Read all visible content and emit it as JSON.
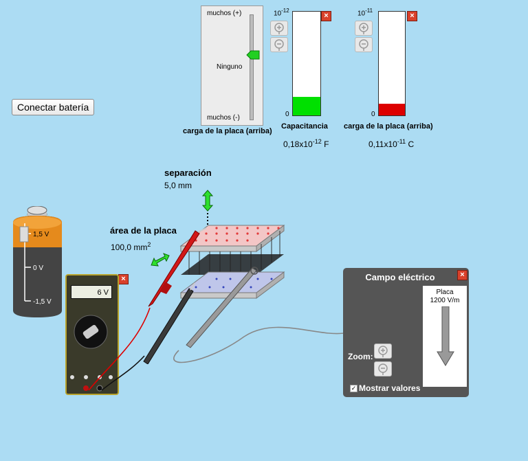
{
  "connect_button": {
    "label": "Conectar batería"
  },
  "plate_charge_slider": {
    "label_top": "muchos (+)",
    "label_mid": "Ninguno",
    "label_bottom": "muchos (-)",
    "caption": "carga de la placa (arriba)"
  },
  "capacitance_meter": {
    "exponent_base": "10",
    "exponent": "-12",
    "zero": "0",
    "title": "Capacitancia",
    "value": "0,18x10",
    "value_exp": "-12",
    "unit": "F",
    "fill_fraction": 0.18,
    "color": "#00e000"
  },
  "charge_meter": {
    "exponent_base": "10",
    "exponent": "-11",
    "zero": "0",
    "title": "carga de la placa (arriba)",
    "value": "0,11x10",
    "value_exp": "-11",
    "unit": "C",
    "fill_fraction": 0.11,
    "color": "#dd0000"
  },
  "separation": {
    "label": "separación",
    "value": "5,0 mm"
  },
  "plate_area": {
    "label": "área de la placa",
    "value": "100,0 mm",
    "value_exp": "2"
  },
  "battery": {
    "label_top": "1,5 V",
    "label_mid": "0 V",
    "label_bottom": "-1,5 V"
  },
  "voltmeter": {
    "reading": "6 V"
  },
  "efield_panel": {
    "title": "Campo eléctrico",
    "probe_label": "Placa",
    "probe_value": "1200 V/m",
    "zoom_label": "Zoom:",
    "show_values_label": "Mostrar valores",
    "show_values_checked": true
  }
}
